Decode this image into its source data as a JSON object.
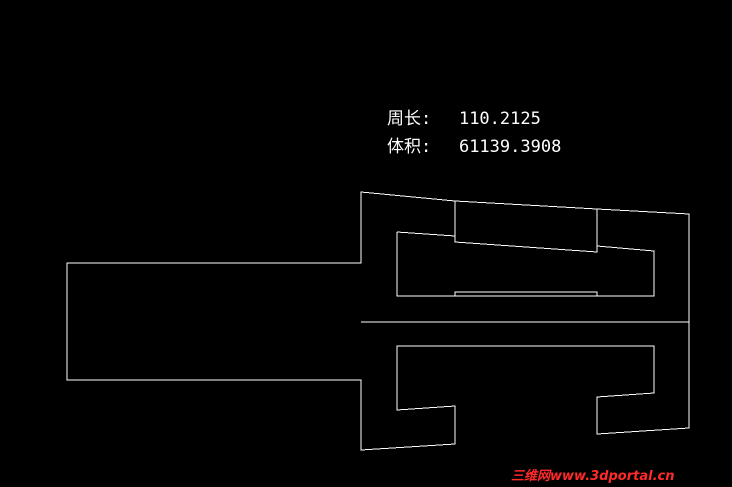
{
  "measurements": {
    "perimeter_label": "周长:",
    "perimeter_value": "110.2125",
    "volume_label": "体积:",
    "volume_value": "61139.3908"
  },
  "watermark": {
    "text": "三维网www.3dportal.cn"
  },
  "colors": {
    "background": "#000000",
    "line": "#ffffff",
    "text": "#ffffff",
    "watermark": "#ff2a2a"
  }
}
